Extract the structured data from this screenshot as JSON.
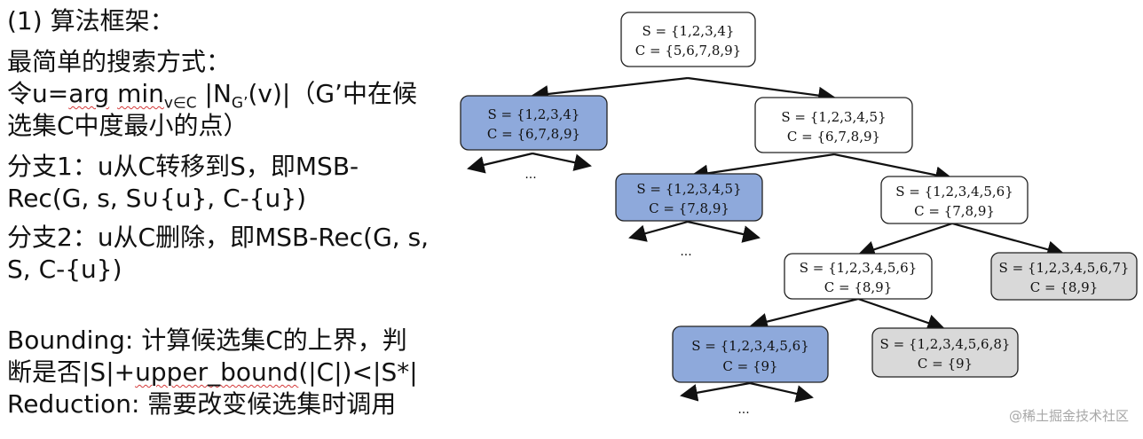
{
  "text_panel": {
    "title": "(1) 算法框架：",
    "simplest": "最简单的搜索方式：",
    "rule_prefix": "令u=",
    "rule_arg": "arg",
    "rule_min": "min",
    "rule_sub": "v∈C",
    "rule_mid": " |N",
    "rule_sub2": "G’",
    "rule_rest": "(v)|（G’中在候",
    "rule_line2": "选集C中度最小的点）",
    "branch1_a": "分支1：u从C转移到S，即MSB-",
    "branch1_b": "Rec(G, s, S∪{u}, C-{u})",
    "branch2_a": "分支2：u从C删除，即MSB-Rec(G, s,",
    "branch2_b": "S, C-{u})",
    "bounding_a": "Bounding: 计算候选集C的上界，判",
    "bounding_b_prefix": "断是否|S|+",
    "bounding_b_wavy": "upper_bound",
    "bounding_b_suffix": "(|C|)<|S*|",
    "reduction": "Reduction: 需要改变候选集时调用"
  },
  "tree": {
    "colors": {
      "white": "#ffffff",
      "blue": "#8ea9db",
      "gray": "#d9d9d9",
      "stroke": "#222222"
    },
    "nodes": [
      {
        "id": "n0",
        "s": "S = {1,2,3,4}",
        "c": "C = {5,6,7,8,9}",
        "style": "white"
      },
      {
        "id": "n1",
        "s": "S = {1,2,3,4}",
        "c": "C = {6,7,8,9}",
        "style": "blue"
      },
      {
        "id": "n2",
        "s": "S = {1,2,3,4,5}",
        "c": "C = {6,7,8,9}",
        "style": "white"
      },
      {
        "id": "n3",
        "s": "S = {1,2,3,4,5}",
        "c": "C = {7,8,9}",
        "style": "blue"
      },
      {
        "id": "n4",
        "s": "S = {1,2,3,4,5,6}",
        "c": "C = {7,8,9}",
        "style": "white"
      },
      {
        "id": "n5",
        "s": "S = {1,2,3,4,5,6}",
        "c": "C = {8,9}",
        "style": "white"
      },
      {
        "id": "n6",
        "s": "S = {1,2,3,4,5,6,7}",
        "c": "C = {8,9}",
        "style": "gray"
      },
      {
        "id": "n7",
        "s": "S = {1,2,3,4,5,6}",
        "c": "C = {9}",
        "style": "blue"
      },
      {
        "id": "n8",
        "s": "S = {1,2,3,4,5,6,8}",
        "c": "C = {9}",
        "style": "gray"
      }
    ],
    "ellipsis": "..."
  },
  "watermark": "@稀土掘金技术社区"
}
